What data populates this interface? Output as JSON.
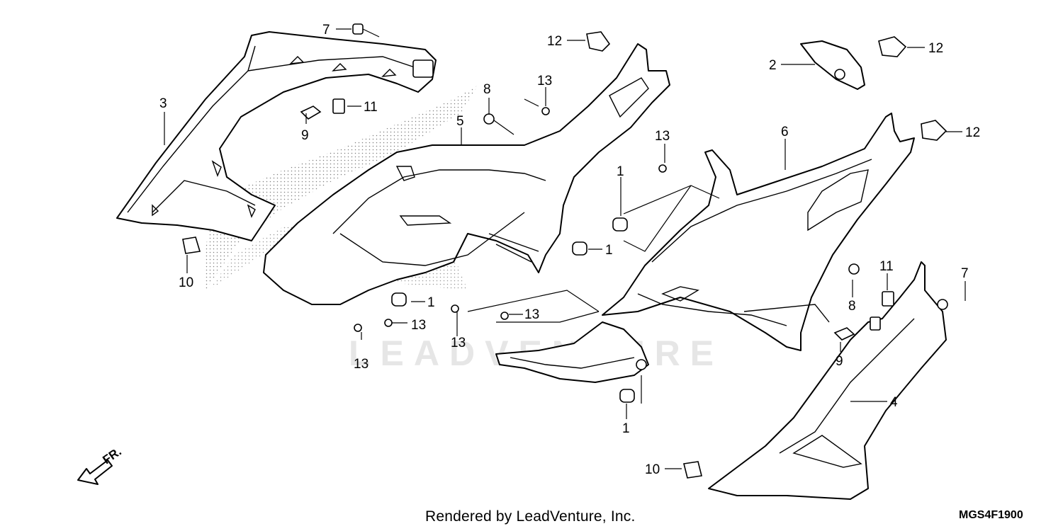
{
  "watermark": {
    "text": "LEADVENTURE"
  },
  "footer": {
    "credit": "Rendered by LeadVenture, Inc.",
    "code": "MGS4F1900"
  },
  "direction": {
    "label": "FR."
  },
  "callouts": [
    {
      "id": "c1",
      "number": "7"
    },
    {
      "id": "c2",
      "number": "12"
    },
    {
      "id": "c3",
      "number": "2"
    },
    {
      "id": "c4",
      "number": "12"
    },
    {
      "id": "c5",
      "number": "3"
    },
    {
      "id": "c6",
      "number": "8"
    },
    {
      "id": "c7",
      "number": "13"
    },
    {
      "id": "c8",
      "number": "11"
    },
    {
      "id": "c9",
      "number": "9"
    },
    {
      "id": "c10",
      "number": "5"
    },
    {
      "id": "c11",
      "number": "12"
    },
    {
      "id": "c12",
      "number": "13"
    },
    {
      "id": "c13",
      "number": "6"
    },
    {
      "id": "c14",
      "number": "1"
    },
    {
      "id": "c15",
      "number": "1"
    },
    {
      "id": "c16",
      "number": "10"
    },
    {
      "id": "c17",
      "number": "1"
    },
    {
      "id": "c18",
      "number": "13"
    },
    {
      "id": "c19",
      "number": "13"
    },
    {
      "id": "c20",
      "number": "13"
    },
    {
      "id": "c21",
      "number": "13"
    },
    {
      "id": "c22",
      "number": "11"
    },
    {
      "id": "c23",
      "number": "7"
    },
    {
      "id": "c24",
      "number": "8"
    },
    {
      "id": "c25",
      "number": "9"
    },
    {
      "id": "c26",
      "number": "4"
    },
    {
      "id": "c27",
      "number": "1"
    },
    {
      "id": "c28",
      "number": "10"
    }
  ]
}
